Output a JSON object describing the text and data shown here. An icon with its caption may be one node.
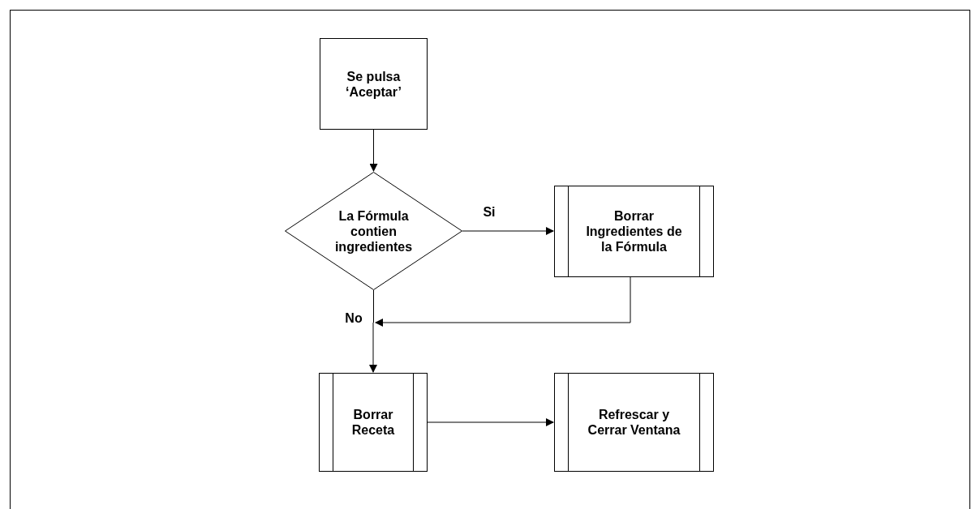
{
  "diagram": {
    "nodes": [
      {
        "text": [
          "Se pulsa ‘Aceptar’"
        ]
      },
      {
        "text": [
          "La Fórmula contien ingredientes"
        ]
      },
      {
        "text": [
          "Borrar Ingredientes de la Fórmula"
        ]
      },
      {
        "text": [
          "Borrar Receta"
        ]
      },
      {
        "text": [
          "Refrescar y Cerrar Ventana"
        ]
      }
    ],
    "edges": [
      {
        "from": 0,
        "to": 1,
        "arrow": "to"
      },
      {
        "from": 1,
        "to": 3,
        "arrow": "to",
        "label": "No"
      },
      {
        "from": 2,
        "to": 3,
        "arrow": "to"
      },
      {
        "from": 1,
        "to": 2,
        "arrow": "to",
        "label": "Si"
      },
      {
        "from": 3,
        "to": 4,
        "arrow": "to"
      }
    ]
  }
}
